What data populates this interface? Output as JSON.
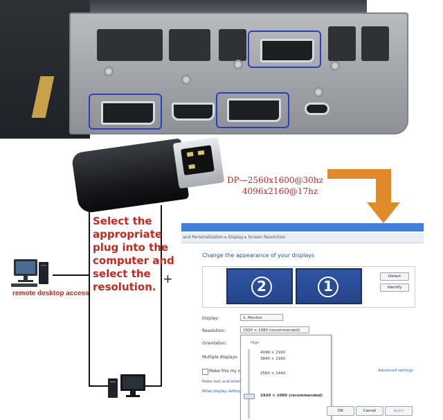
{
  "dp_spec": {
    "line1": "DP—2560x1600@30hz",
    "line2": "4096x2160@17hz"
  },
  "instruction": "Select the appropriate plug into the computer and select the resolution.",
  "remote_label": "remote desktop access",
  "plus_sign": "+",
  "window": {
    "breadcrumb": "and Personalization ▸ Display ▸ Screen Resolution",
    "title": "Change the appearance of your displays",
    "monitors": [
      {
        "number": "2"
      },
      {
        "number": "1"
      }
    ],
    "detect_label": "Detect",
    "identify_label": "Identify",
    "display_label": "Display:",
    "display_value": "1. Monitor",
    "resolution_label": "Resolution:",
    "resolution_value": "1920 × 1080 (recommended)",
    "orientation_label": "Orientation:",
    "multiple_label": "Multiple displays:",
    "make_main_label": "Make this my m",
    "link_text_size": "Make text and other",
    "link_display_settings": "What display settings",
    "advanced_link": "Advanced settings",
    "dropdown": {
      "high_label": "High",
      "options": [
        "4096 × 2160",
        "3840 × 2160",
        "2560 × 1440",
        "1920 × 1080 (recommended)"
      ]
    },
    "ok_label": "OK",
    "cancel_label": "Cancel",
    "apply_label": "Apply"
  },
  "colors": {
    "accent_red": "#c8281f",
    "highlight_blue": "#2a3fbf",
    "arrow_orange": "#e08a2a",
    "window_blue": "#3c7ed8"
  }
}
